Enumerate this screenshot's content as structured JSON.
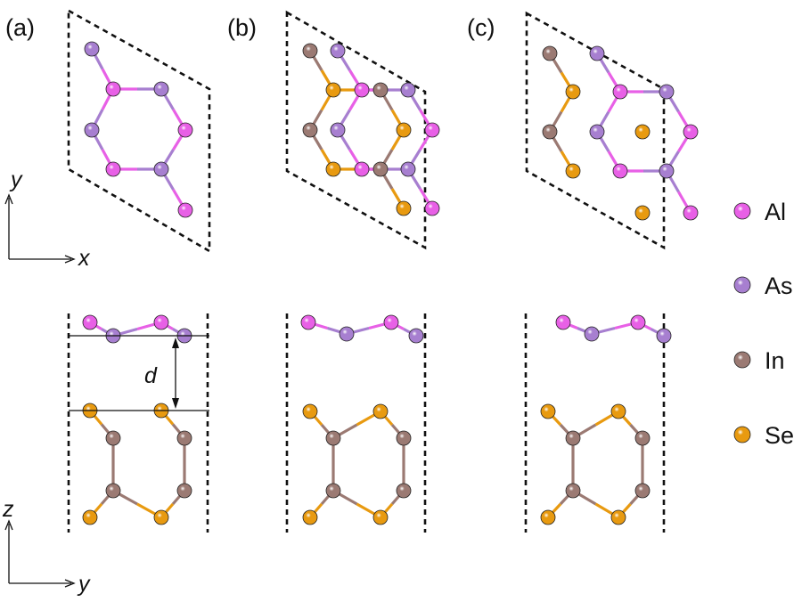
{
  "panels": [
    {
      "label": "(a)"
    },
    {
      "label": "(b)"
    },
    {
      "label": "(c)"
    }
  ],
  "axes_top": {
    "vertical": "y",
    "horizontal": "x"
  },
  "axes_bottom": {
    "vertical": "z",
    "horizontal": "y"
  },
  "interlayer_distance_label": "d",
  "legend": [
    {
      "label": "Al",
      "color": "#e860e6"
    },
    {
      "label": "As",
      "color": "#a77fd0"
    },
    {
      "label": "In",
      "color": "#9b7a73"
    },
    {
      "label": "Se",
      "color": "#e89a10"
    }
  ]
}
